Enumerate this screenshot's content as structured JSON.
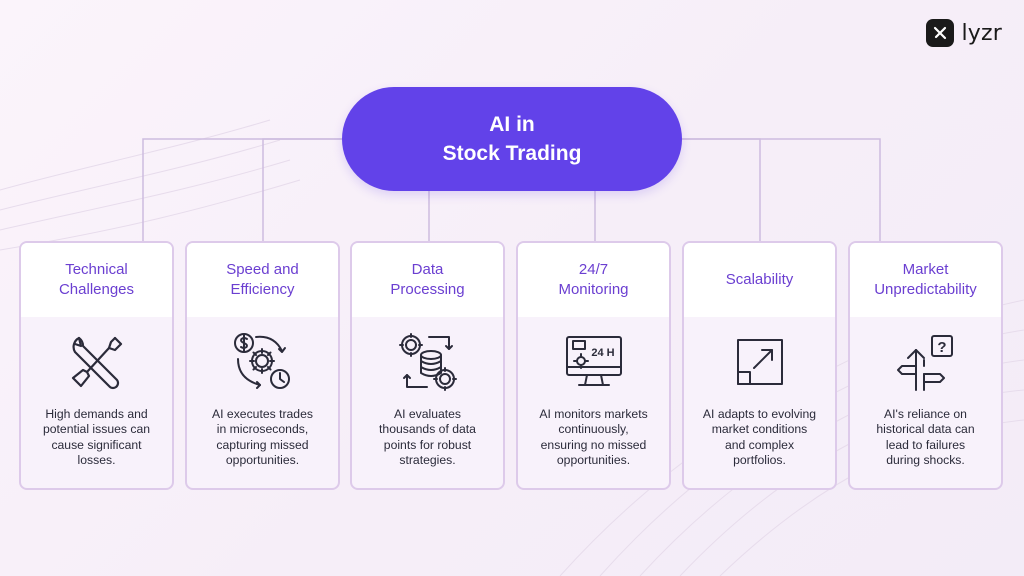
{
  "logo": {
    "text": "lyzr"
  },
  "center": {
    "line1": "AI in",
    "line2": "Stock Trading"
  },
  "cards": [
    {
      "title1": "Technical",
      "title2": "Challenges",
      "icon": "wrench-screwdriver-icon",
      "desc": [
        "High demands and",
        "potential issues can",
        "cause significant",
        "losses."
      ]
    },
    {
      "title1": "Speed and",
      "title2": "Efficiency",
      "icon": "dollar-gear-clock-icon",
      "desc": [
        "AI executes trades",
        "in microseconds,",
        "capturing missed",
        "opportunities."
      ]
    },
    {
      "title1": "Data",
      "title2": "Processing",
      "icon": "database-gears-icon",
      "desc": [
        "AI evaluates",
        "thousands of data",
        "points for robust",
        "strategies."
      ]
    },
    {
      "title1": "24/7",
      "title2": "Monitoring",
      "icon": "monitor-24h-icon",
      "icon_text": "24 H",
      "desc": [
        "AI monitors markets",
        "continuously,",
        "ensuring no missed",
        "opportunities."
      ]
    },
    {
      "title1": "Scalability",
      "title2": "",
      "icon": "scale-up-icon",
      "desc": [
        "AI adapts to evolving",
        "market conditions",
        "and complex",
        "portfolios."
      ]
    },
    {
      "title1": "Market",
      "title2": "Unpredictability",
      "icon": "signpost-question-icon",
      "icon_text": "?",
      "desc": [
        "AI's reliance on",
        "historical data can",
        "lead to failures",
        "during shocks."
      ]
    }
  ]
}
